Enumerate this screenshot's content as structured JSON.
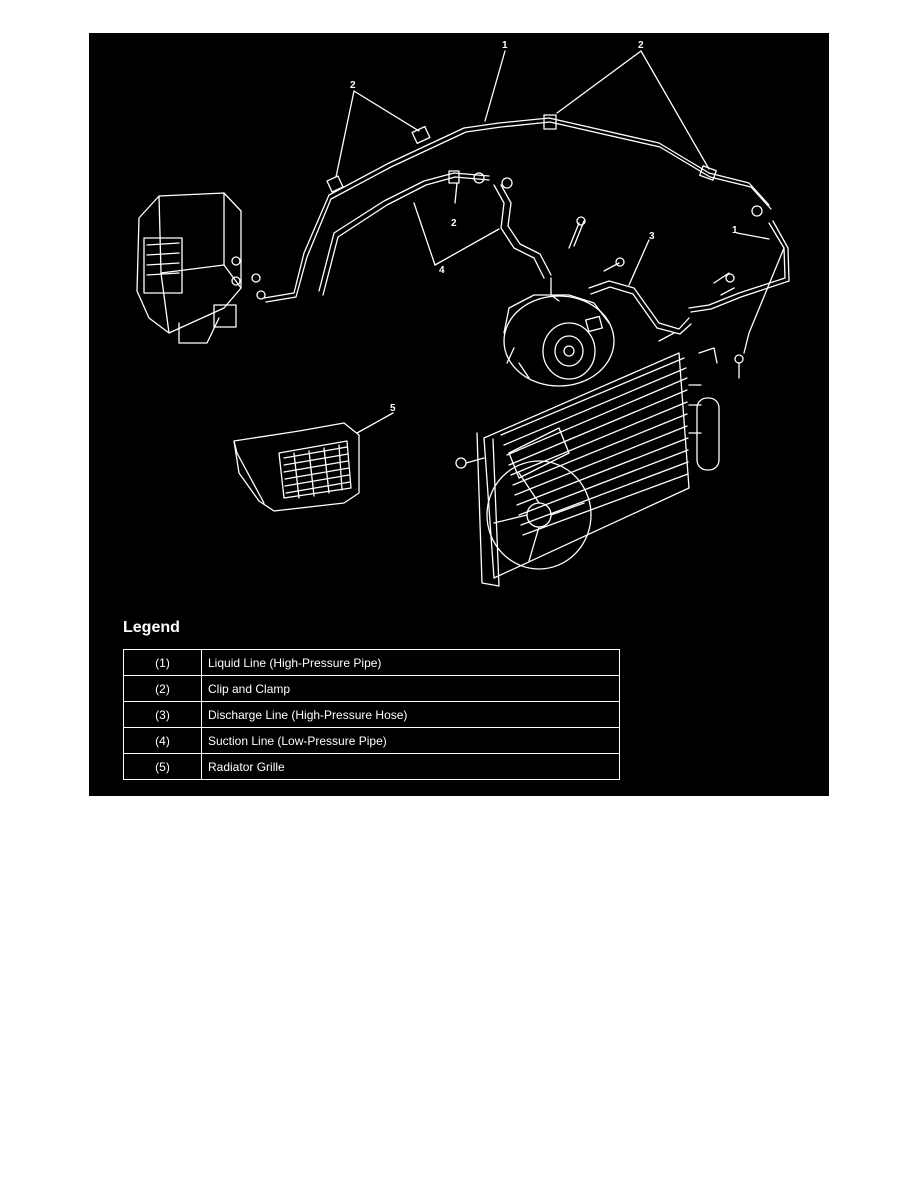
{
  "callouts": {
    "c1_top": "1",
    "c2_top": "2",
    "c2_left": "2",
    "c2_mid": "2",
    "c3": "3",
    "c1_right": "1",
    "c4": "4",
    "c5": "5"
  },
  "legend": {
    "title": "Legend",
    "rows": [
      {
        "num": "(1)",
        "desc": "Liquid Line (High-Pressure Pipe)"
      },
      {
        "num": "(2)",
        "desc": "Clip and Clamp"
      },
      {
        "num": "(3)",
        "desc": "Discharge Line (High-Pressure Hose)"
      },
      {
        "num": "(4)",
        "desc": "Suction Line (Low-Pressure Pipe)"
      },
      {
        "num": "(5)",
        "desc": "Radiator Grille"
      }
    ]
  }
}
